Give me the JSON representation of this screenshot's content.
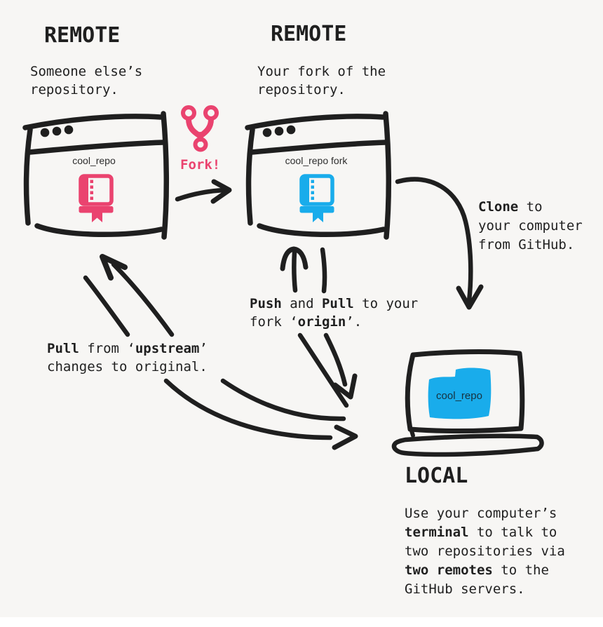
{
  "colors": {
    "background": "#f7f6f4",
    "ink": "#1f1f1f",
    "pink": "#ea436f",
    "blue": "#19aceb"
  },
  "headings": {
    "remote1": "REMOTE",
    "remote2": "REMOTE",
    "local": "LOCAL"
  },
  "labels": {
    "source_repo": "cool_repo",
    "fork_repo": "cool_repo fork",
    "local_repo": "cool_repo"
  },
  "captions": {
    "fork_label": "Fork!",
    "source_desc": {
      "line1": "Someone else’s",
      "line2": "repository."
    },
    "fork_desc": {
      "line1": "Your fork of the",
      "line2": "repository."
    },
    "clone": {
      "bold": "Clone",
      "rest": " to",
      "line2": "your computer",
      "line3": "from GitHub."
    },
    "origin": {
      "b1": "Push",
      "t1": " and ",
      "b2": "Pull",
      "t2": " to your",
      "t3": "fork ‘",
      "b3": "origin",
      "t4": "’."
    },
    "upstream": {
      "b1": "Pull",
      "t1": " from ‘",
      "b2": "upstream",
      "t2": "’",
      "line2": "changes to original."
    },
    "local_desc": {
      "line1": "Use your computer’s",
      "b2": "terminal",
      "t2": " to talk to",
      "line3": "two repositories via",
      "b4": "two remotes",
      "t4": " to the",
      "line5": "GitHub servers."
    }
  },
  "icons": {
    "fork": "git-fork-icon",
    "source_book": "repo-book-icon",
    "fork_book": "repo-book-icon",
    "window_controls": "window-dots-icon",
    "local_folder": "folder-shape"
  }
}
